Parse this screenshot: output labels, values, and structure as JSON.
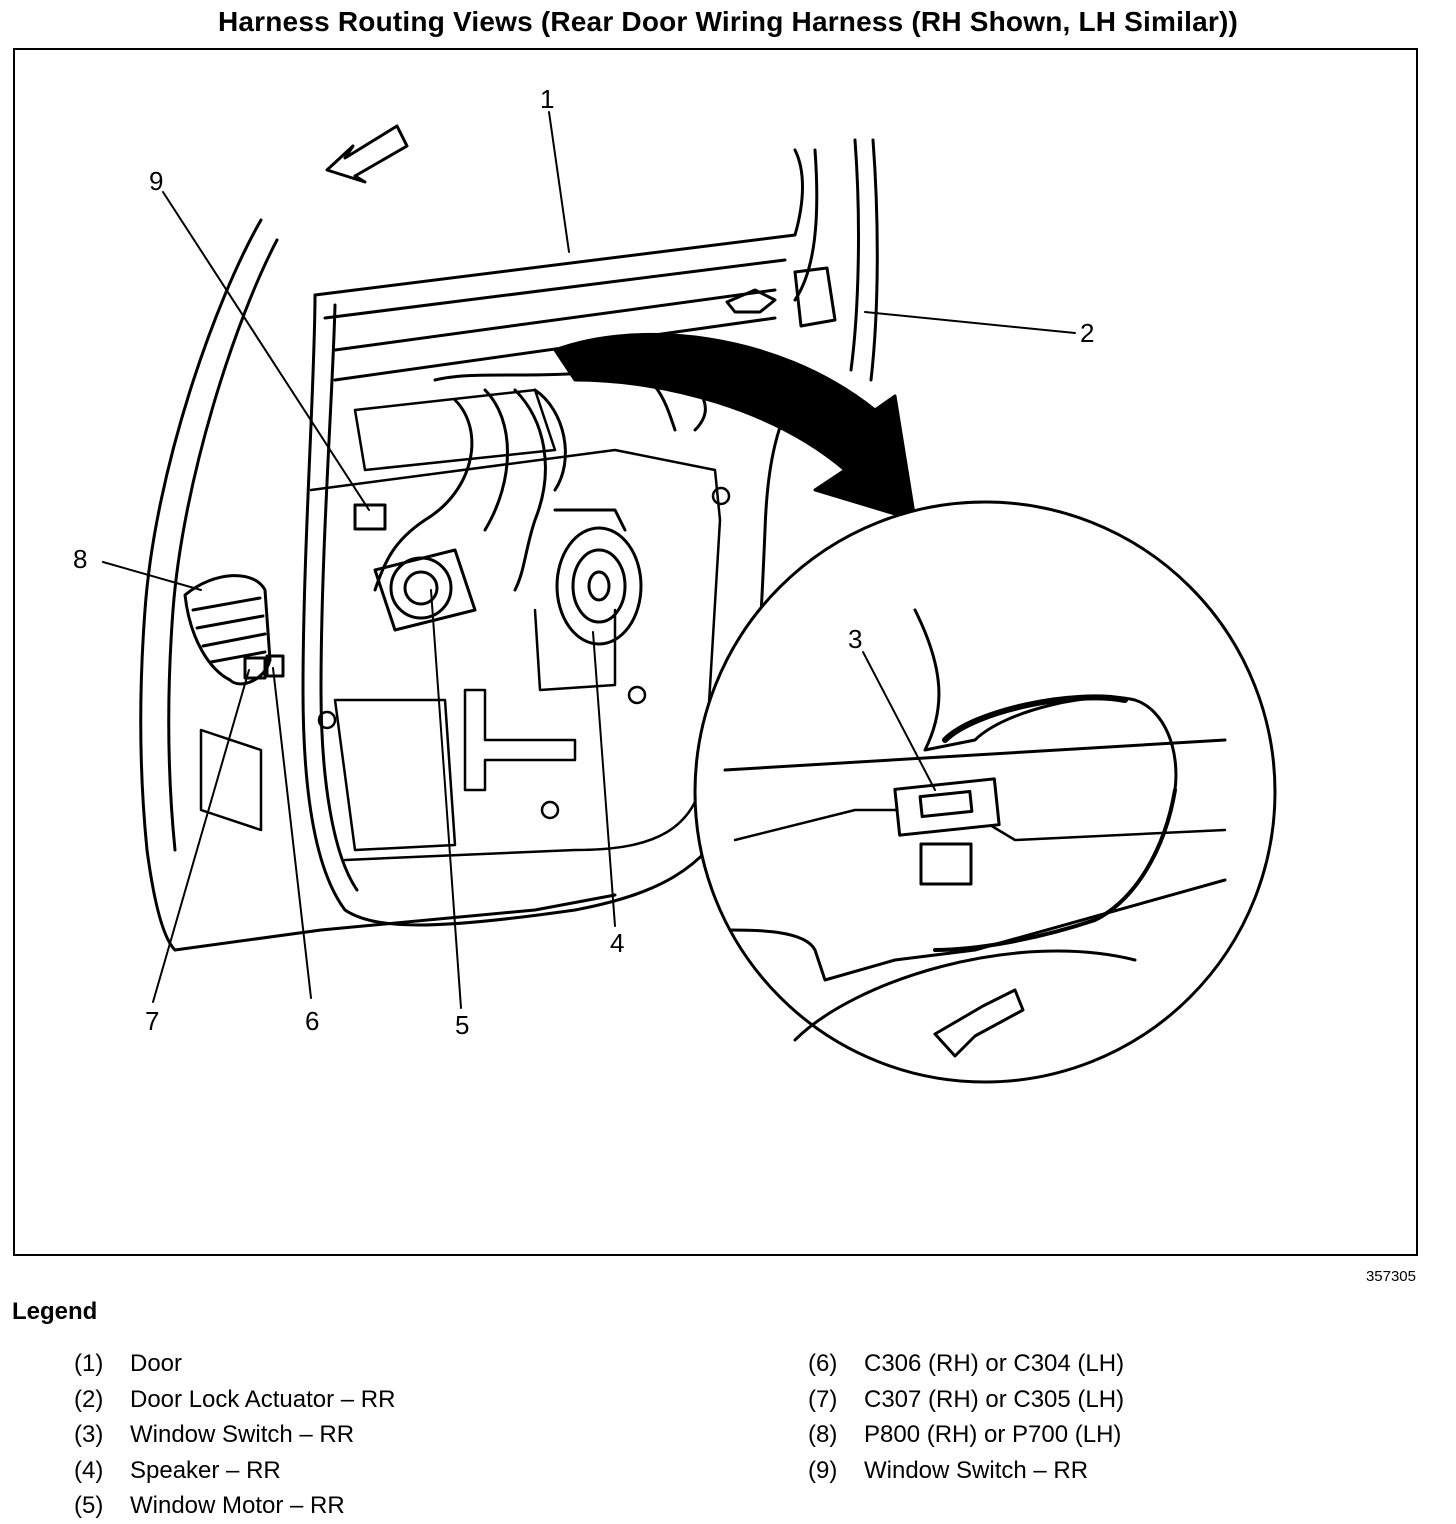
{
  "title": "Harness Routing Views (Rear Door Wiring Harness (RH Shown, LH Similar))",
  "figure_id": "357305",
  "callouts": [
    "1",
    "2",
    "3",
    "4",
    "5",
    "6",
    "7",
    "8",
    "9"
  ],
  "legend": {
    "title": "Legend",
    "items": [
      {
        "num": "(1)",
        "label": "Door"
      },
      {
        "num": "(2)",
        "label": "Door Lock Actuator – RR"
      },
      {
        "num": "(3)",
        "label": "Window Switch – RR"
      },
      {
        "num": "(4)",
        "label": "Speaker – RR"
      },
      {
        "num": "(5)",
        "label": "Window Motor – RR"
      },
      {
        "num": "(6)",
        "label": "C306 (RH) or C304 (LH)"
      },
      {
        "num": "(7)",
        "label": "C307 (RH) or C305 (LH)"
      },
      {
        "num": "(8)",
        "label": "P800 (RH) or P700 (LH)"
      },
      {
        "num": "(9)",
        "label": "Window Switch – RR"
      }
    ]
  }
}
